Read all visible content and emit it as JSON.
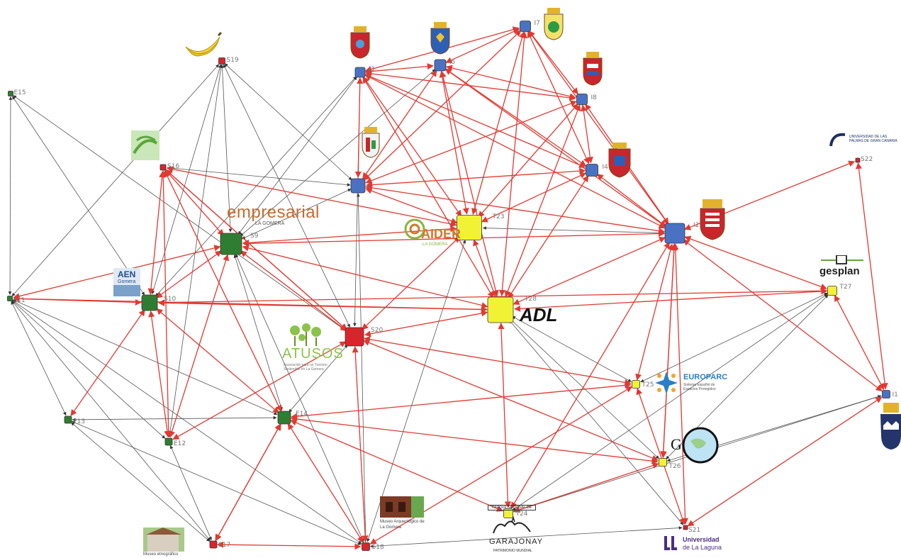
{
  "colors": {
    "green": "#2f7d32",
    "blue": "#4a72c4",
    "red": "#d9242b",
    "yellow": "#f2f235",
    "edge_red": "#e03a32",
    "edge_gray": "#555555"
  },
  "network": {
    "nodes": [
      {
        "id": "E15",
        "label": "E15",
        "group": "green"
      },
      {
        "id": "E11",
        "label": "E11",
        "group": "green"
      },
      {
        "id": "E13",
        "label": "E13",
        "group": "green"
      },
      {
        "id": "E12",
        "label": "E12",
        "group": "green"
      },
      {
        "id": "S10",
        "label": "S10",
        "group": "green"
      },
      {
        "id": "S9",
        "label": "S9",
        "group": "green"
      },
      {
        "id": "E14",
        "label": "E14",
        "group": "green"
      },
      {
        "id": "S16",
        "label": "S16",
        "group": "red"
      },
      {
        "id": "S19",
        "label": "S19",
        "group": "red"
      },
      {
        "id": "S20",
        "label": "S20",
        "group": "red"
      },
      {
        "id": "S17",
        "label": "S17",
        "group": "red"
      },
      {
        "id": "S18",
        "label": "S18",
        "group": "red"
      },
      {
        "id": "S21",
        "label": "S21",
        "group": "red"
      },
      {
        "id": "S22",
        "label": "S22",
        "group": "red"
      },
      {
        "id": "I3",
        "label": "I3",
        "group": "blue"
      },
      {
        "id": "I5",
        "label": "I5",
        "group": "blue"
      },
      {
        "id": "I7",
        "label": "I7",
        "group": "blue"
      },
      {
        "id": "I8",
        "label": "I8",
        "group": "blue"
      },
      {
        "id": "I4",
        "label": "I4",
        "group": "blue"
      },
      {
        "id": "I6",
        "label": "",
        "group": "blue"
      },
      {
        "id": "I2",
        "label": "I2",
        "group": "blue"
      },
      {
        "id": "I1",
        "label": "I1",
        "group": "blue"
      },
      {
        "id": "T23",
        "label": "T23",
        "group": "yellow"
      },
      {
        "id": "T28",
        "label": "T28",
        "group": "yellow"
      },
      {
        "id": "T27",
        "label": "T27",
        "group": "yellow"
      },
      {
        "id": "T25",
        "label": "T25",
        "group": "yellow"
      },
      {
        "id": "T26",
        "label": "T26",
        "group": "yellow"
      },
      {
        "id": "T24",
        "label": "T24",
        "group": "yellow"
      }
    ],
    "edges_red": [
      [
        "I3",
        "I7"
      ],
      [
        "I3",
        "I5"
      ],
      [
        "I3",
        "I8"
      ],
      [
        "I3",
        "I6"
      ],
      [
        "I3",
        "T23"
      ],
      [
        "I3",
        "T28"
      ],
      [
        "I3",
        "I4"
      ],
      [
        "I3",
        "I2"
      ],
      [
        "I5",
        "I7"
      ],
      [
        "I5",
        "I8"
      ],
      [
        "I5",
        "I6"
      ],
      [
        "I5",
        "T23"
      ],
      [
        "I5",
        "T28"
      ],
      [
        "I5",
        "I4"
      ],
      [
        "I5",
        "I2"
      ],
      [
        "I7",
        "I8"
      ],
      [
        "I7",
        "I4"
      ],
      [
        "I7",
        "I6"
      ],
      [
        "I7",
        "T23"
      ],
      [
        "I7",
        "T28"
      ],
      [
        "I7",
        "I2"
      ],
      [
        "I8",
        "I4"
      ],
      [
        "I8",
        "I2"
      ],
      [
        "I8",
        "I6"
      ],
      [
        "I8",
        "T23"
      ],
      [
        "I8",
        "T28"
      ],
      [
        "I4",
        "I6"
      ],
      [
        "I4",
        "T23"
      ],
      [
        "I4",
        "T28"
      ],
      [
        "I4",
        "I2"
      ],
      [
        "I2",
        "S22"
      ],
      [
        "I2",
        "I1"
      ],
      [
        "I2",
        "T27"
      ],
      [
        "I2",
        "S21"
      ],
      [
        "I2",
        "T26"
      ],
      [
        "I2",
        "T24"
      ],
      [
        "I2",
        "S9"
      ],
      [
        "I2",
        "T28"
      ],
      [
        "I2",
        "I6"
      ],
      [
        "S22",
        "I1"
      ],
      [
        "T27",
        "I1"
      ],
      [
        "T27",
        "T28"
      ],
      [
        "T27",
        "S10"
      ],
      [
        "T28",
        "S9"
      ],
      [
        "T28",
        "S10"
      ],
      [
        "T28",
        "S20"
      ],
      [
        "T28",
        "T24"
      ],
      [
        "T28",
        "E11"
      ],
      [
        "T23",
        "S9"
      ],
      [
        "T23",
        "I6"
      ],
      [
        "T23",
        "T28"
      ],
      [
        "T23",
        "S16"
      ],
      [
        "T23",
        "S20"
      ],
      [
        "S20",
        "T25"
      ],
      [
        "S20",
        "T26"
      ],
      [
        "S20",
        "S9"
      ],
      [
        "S20",
        "S16"
      ],
      [
        "S20",
        "E12"
      ],
      [
        "S20",
        "S18"
      ],
      [
        "E14",
        "T25"
      ],
      [
        "E14",
        "T26"
      ],
      [
        "E14",
        "S17"
      ],
      [
        "E14",
        "S18"
      ],
      [
        "E14",
        "S10"
      ],
      [
        "E14",
        "S16"
      ],
      [
        "E14",
        "T24"
      ],
      [
        "T25",
        "S18"
      ],
      [
        "T25",
        "S21"
      ],
      [
        "T25",
        "I2"
      ],
      [
        "T26",
        "I2"
      ],
      [
        "T26",
        "T24"
      ],
      [
        "S21",
        "I1"
      ],
      [
        "S10",
        "S9"
      ],
      [
        "S10",
        "E13"
      ],
      [
        "S10",
        "E12"
      ],
      [
        "S10",
        "S16"
      ],
      [
        "S10",
        "E11"
      ],
      [
        "S9",
        "E11"
      ],
      [
        "S9",
        "E12"
      ],
      [
        "S9",
        "S16"
      ],
      [
        "S16",
        "E12"
      ],
      [
        "S16",
        "S20"
      ],
      [
        "S17",
        "S18"
      ],
      [
        "S17",
        "E14"
      ]
    ],
    "edges_gray": [
      [
        "E15",
        "E11"
      ],
      [
        "E15",
        "S10"
      ],
      [
        "E15",
        "S20"
      ],
      [
        "E11",
        "E13"
      ],
      [
        "E11",
        "S17"
      ],
      [
        "E11",
        "S18"
      ],
      [
        "E11",
        "E14"
      ],
      [
        "E11",
        "S19"
      ],
      [
        "E11",
        "E12"
      ],
      [
        "E13",
        "E14"
      ],
      [
        "E13",
        "S17"
      ],
      [
        "E13",
        "S18"
      ],
      [
        "E12",
        "S17"
      ],
      [
        "S19",
        "S10"
      ],
      [
        "S19",
        "S9"
      ],
      [
        "S19",
        "E12"
      ],
      [
        "S19",
        "I6"
      ],
      [
        "S19",
        "S20"
      ],
      [
        "I6",
        "S18"
      ],
      [
        "I6",
        "S9"
      ],
      [
        "I6",
        "I2"
      ],
      [
        "I6",
        "S16"
      ],
      [
        "I3",
        "S9"
      ],
      [
        "I3",
        "S10"
      ],
      [
        "I5",
        "S9"
      ],
      [
        "I3",
        "S20"
      ],
      [
        "T28",
        "T25"
      ],
      [
        "T28",
        "T26"
      ],
      [
        "T28",
        "S21"
      ],
      [
        "T24",
        "I1"
      ],
      [
        "T24",
        "T27"
      ],
      [
        "T24",
        "T26"
      ],
      [
        "T27",
        "T25"
      ],
      [
        "T26",
        "I1"
      ],
      [
        "T26",
        "T27"
      ],
      [
        "S18",
        "S21"
      ],
      [
        "S18",
        "E14"
      ],
      [
        "S18",
        "S20"
      ],
      [
        "S9",
        "E14"
      ],
      [
        "S9",
        "S20"
      ],
      [
        "S9",
        "S18"
      ],
      [
        "E14",
        "S20"
      ],
      [
        "S16",
        "E14"
      ],
      [
        "I2",
        "T23"
      ],
      [
        "T23",
        "S18"
      ]
    ]
  },
  "logos": {
    "empresarial": "empresarial",
    "empresarial_sub": "LA GOMERA",
    "aider": "AIDER",
    "aider_sub": "LA GOMERA",
    "adl": "ADL",
    "atusos": "ATUSOS",
    "atusos_sub": "Asociación para un Turismo Sostenible en La Gomera",
    "europarc": "EUROPARC",
    "europarc_sub": "Sistema Español de Espacios Protegidos",
    "gesplan": "gesplan",
    "aen": "AEN",
    "aen_sub": "Gomera",
    "ulpgc": "UNIVERSIDAD DE LAS PALMAS DE GRAN CANARIA",
    "ull_line1": "Universidad",
    "ull_line2": "de La Laguna",
    "museo": "Museo Arqueológico de La Gomera",
    "parque_line1": "PARQUE NACIONAL DE",
    "parque_line2": "GARAJONAY",
    "parque_line3": "PATRIMONIO MUNDIAL",
    "casa": "Museo etnográfico"
  }
}
